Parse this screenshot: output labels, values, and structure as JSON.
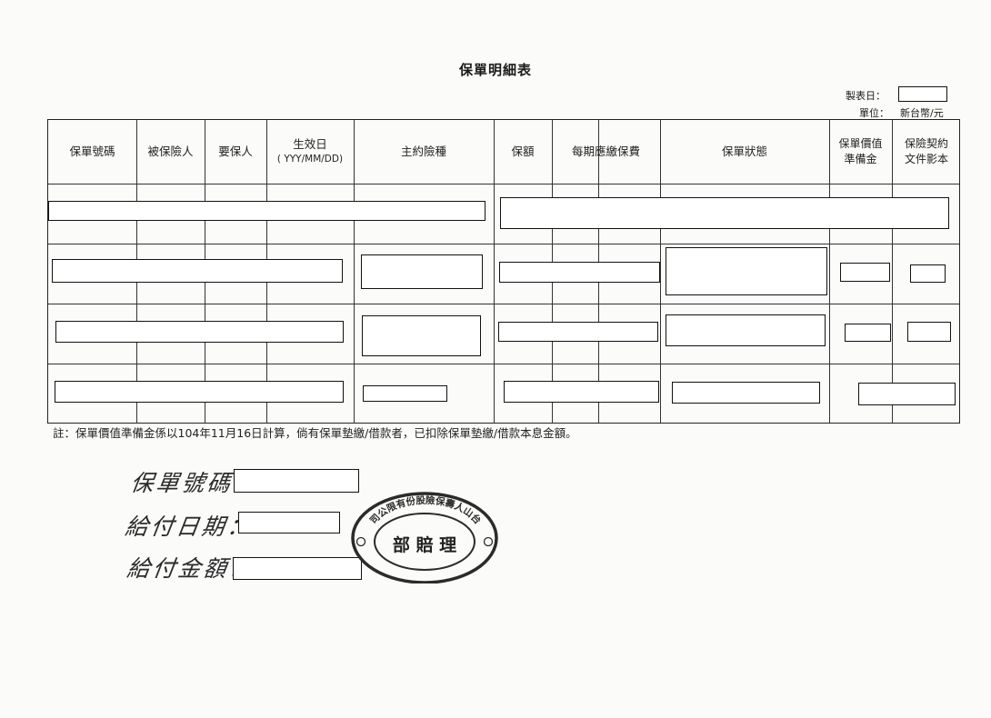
{
  "document": {
    "title": "保單明細表",
    "report_date_label": "製表日：",
    "unit_label": "單位：",
    "unit_value": "新台幣/元"
  },
  "table": {
    "headers": [
      {
        "line1": "保單號碼"
      },
      {
        "line1": "被保險人"
      },
      {
        "line1": "要保人"
      },
      {
        "line1": "生效日",
        "line2": "( YYY/MM/DD)"
      },
      {
        "line1": "主約險種"
      },
      {
        "line1": "保額"
      },
      {
        "line1": "每期應繳保費"
      },
      {
        "line1": "保單狀態"
      },
      {
        "line1": "保單價值",
        "line2": "準備金"
      },
      {
        "line1": "保險契約",
        "line2": "文件影本"
      }
    ]
  },
  "note": "註：保單價值準備金係以104年11月16日計算，倘有保單墊繳/借款者，已扣除保單墊繳/借款本息金額。",
  "handwriting": {
    "policy_number_label": "保單號碼：",
    "payment_date_label": "給付日期：",
    "payment_amount_label": "給付金額："
  },
  "stamp": {
    "ring_text": "司公限有份股險保壽人山台",
    "center_text": "部 賠 理"
  },
  "colors": {
    "ink": "#1b1b1b",
    "paper": "#fbfbfa",
    "stamp_ink": "#2b2b2b"
  }
}
